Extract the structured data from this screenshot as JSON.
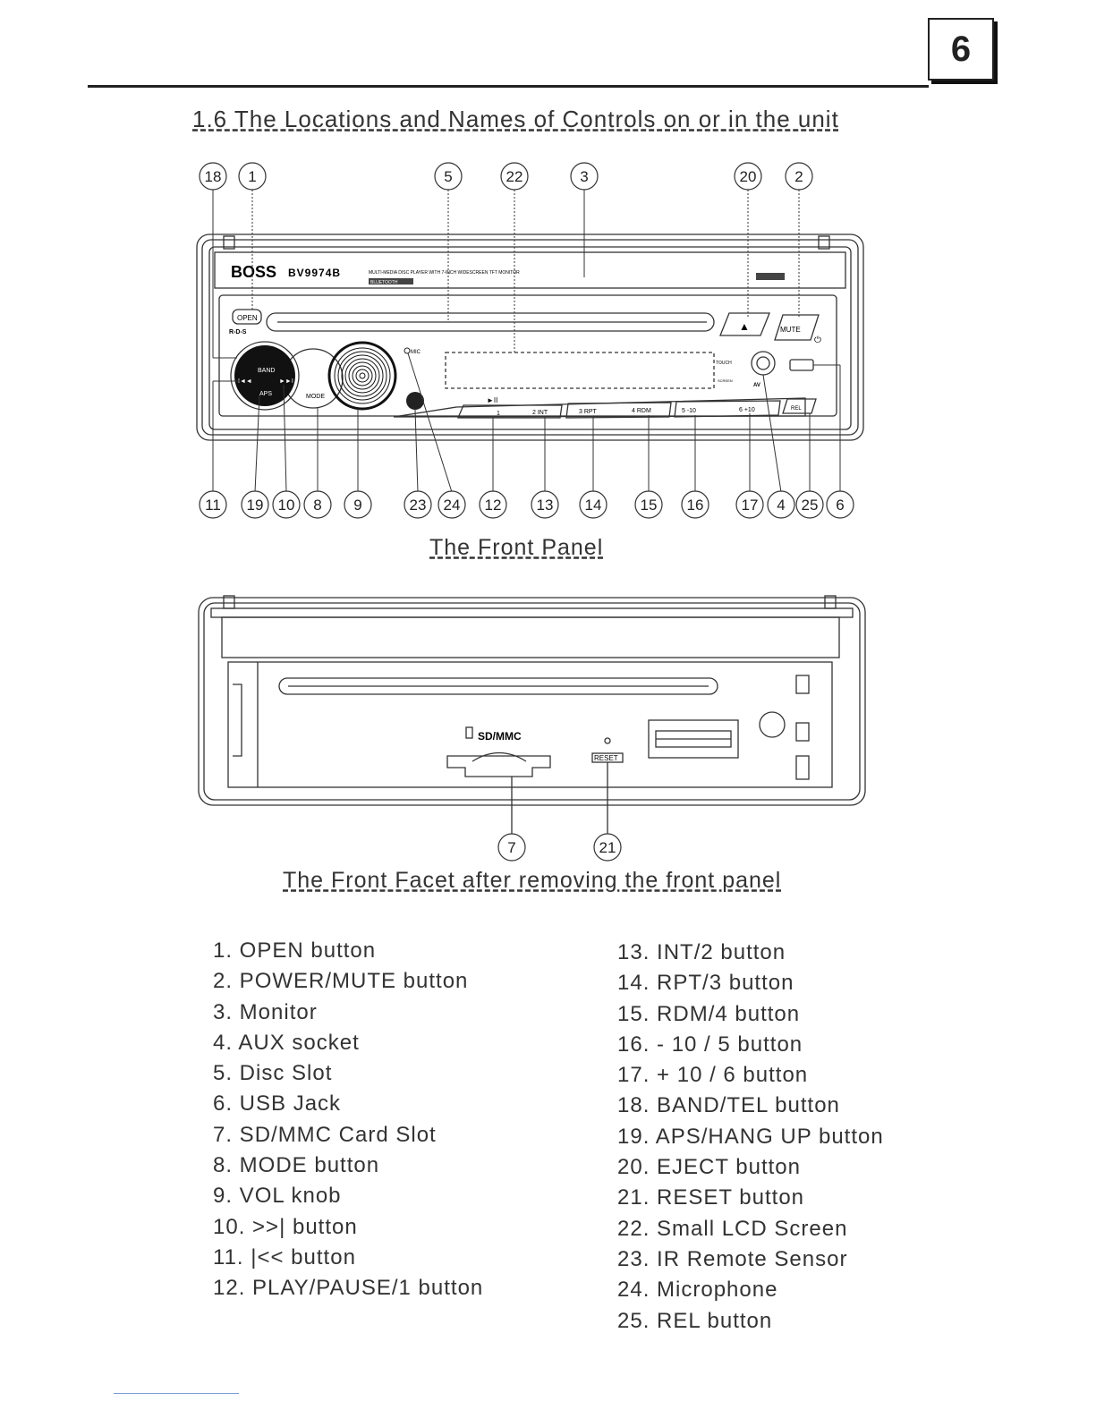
{
  "page_number": "6",
  "section_heading": "1.6  The Locations and Names of Controls on or in the unit",
  "front_panel": {
    "caption": "The Front Panel",
    "brand": "BOSS",
    "model": "BV9974B",
    "description": "MULTI-MEDIA DISC PLAYER WITH 7-INCH WIDESCREEN TFT MONITOR",
    "bluetooth": "BLUETOOTH",
    "labels": {
      "open": "OPEN",
      "rds": "R-D-S",
      "mute": "MUTE",
      "band": "BAND",
      "aps": "APS",
      "mode": "MODE",
      "mic": "MIC",
      "play_pause": "►II",
      "touch": "TOUCH",
      "screen": "SCREEN",
      "av": "AV",
      "rel": "REL"
    },
    "number_buttons": [
      "1",
      "2  INT",
      "3  RPT",
      "4  RDM",
      "5  -10",
      "6  +10"
    ],
    "callouts_top": [
      "18",
      "1",
      "5",
      "22",
      "3",
      "20",
      "2"
    ],
    "callouts_bottom": [
      "11",
      "19",
      "10",
      "8",
      "9",
      "23",
      "24",
      "12",
      "13",
      "14",
      "15",
      "16",
      "17",
      "4",
      "25",
      "6"
    ]
  },
  "front_facet": {
    "caption": "The Front Facet after removing the front panel",
    "sd_label": "SD/MMC",
    "reset_label": "RESET",
    "callouts": [
      "7",
      "21"
    ]
  },
  "controls_left": [
    "1. OPEN button",
    "2. POWER/MUTE button",
    "3. Monitor",
    "4. AUX socket",
    "5. Disc Slot",
    "6. USB Jack",
    "7. SD/MMC Card Slot",
    "8. MODE button",
    "9. VOL knob",
    "10. >>| button",
    "11. |<< button",
    "12. PLAY/PAUSE/1 button"
  ],
  "controls_right": [
    "13. INT/2 button",
    "14. RPT/3 button",
    "15. RDM/4 button",
    "16. - 10 / 5 button",
    "17. + 10 / 6 button",
    "18. BAND/TEL button",
    "19. APS/HANG UP button",
    "20. EJECT button",
    "21. RESET button",
    "22. Small LCD Screen",
    "23. IR Remote Sensor",
    "24. Microphone",
    "25. REL button"
  ]
}
